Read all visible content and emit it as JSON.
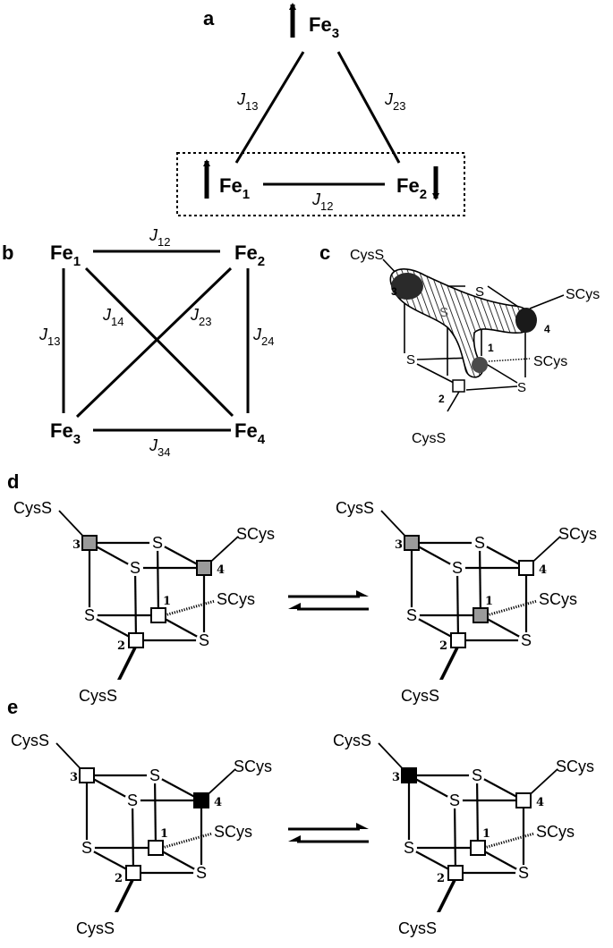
{
  "panels": {
    "a": {
      "label": "a",
      "fe": {
        "fe1": {
          "base": "Fe",
          "sub": "1"
        },
        "fe2": {
          "base": "Fe",
          "sub": "2"
        },
        "fe3": {
          "base": "Fe",
          "sub": "3"
        }
      },
      "couplings": {
        "j12": {
          "base": "J",
          "sub": "12"
        },
        "j13": {
          "base": "J",
          "sub": "13"
        },
        "j23": {
          "base": "J",
          "sub": "23"
        }
      },
      "spins": {
        "fe1": "up",
        "fe2": "down",
        "fe3": "up"
      }
    },
    "b": {
      "label": "b",
      "fe": {
        "fe1": {
          "base": "Fe",
          "sub": "1"
        },
        "fe2": {
          "base": "Fe",
          "sub": "2"
        },
        "fe3": {
          "base": "Fe",
          "sub": "3"
        },
        "fe4": {
          "base": "Fe",
          "sub": "4"
        }
      },
      "couplings": {
        "j12": {
          "base": "J",
          "sub": "12"
        },
        "j13": {
          "base": "J",
          "sub": "13"
        },
        "j14": {
          "base": "J",
          "sub": "14"
        },
        "j23": {
          "base": "J",
          "sub": "23"
        },
        "j24": {
          "base": "J",
          "sub": "24"
        },
        "j34": {
          "base": "J",
          "sub": "34"
        }
      }
    },
    "c": {
      "label": "c",
      "ligands": {
        "cys_tl": "CysS",
        "cys_r": "SCys",
        "cys_mid": "SCys",
        "cys_bottom": "CysS"
      },
      "sulfur": "S",
      "site_numbers": [
        "1",
        "2",
        "3",
        "4"
      ]
    },
    "d": {
      "label": "d",
      "ligands": {
        "cys_tl": "CysS",
        "cys_r": "SCys",
        "cys_mid": "SCys",
        "cys_bottom": "CysS"
      },
      "sulfur": "S",
      "site_numbers": [
        "1",
        "2",
        "3",
        "4"
      ],
      "left_states": {
        "site1": "open",
        "site2": "open",
        "site3": "gray",
        "site4": "gray"
      },
      "right_states": {
        "site1": "gray",
        "site2": "open",
        "site3": "gray",
        "site4": "open"
      }
    },
    "e": {
      "label": "e",
      "ligands": {
        "cys_tl": "CysS",
        "cys_r": "SCys",
        "cys_mid": "SCys",
        "cys_bottom": "CysS"
      },
      "sulfur": "S",
      "site_numbers": [
        "1",
        "2",
        "3",
        "4"
      ],
      "left_states": {
        "site1": "open",
        "site2": "open",
        "site3": "open",
        "site4": "black"
      },
      "right_states": {
        "site1": "open",
        "site2": "open",
        "site3": "black",
        "site4": "open"
      }
    }
  },
  "colors": {
    "open": "#ffffff",
    "gray": "#9a9a9a",
    "black": "#000000",
    "line": "#000000"
  }
}
